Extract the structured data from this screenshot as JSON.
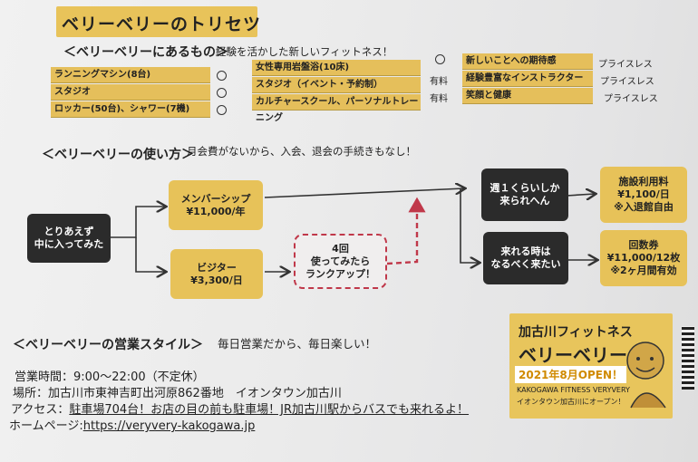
{
  "title": "ベリーベリーのトリセツ",
  "section1": {
    "heading": "＜ベリーベリーにあるもの＞",
    "subtitle": "経験を活かした新しいフィットネス！",
    "rows": [
      {
        "c1": "ランニングマシン(8台)",
        "c2": "女性専用岩盤浴(10床)",
        "c2v": "",
        "c3": "新しいことへの期待感",
        "c3v": "プライスレス"
      },
      {
        "c1": "スタジオ",
        "c2": "スタジオ（イベント・予約制）",
        "c2v": "有料",
        "c3": "経験豊富なインストラクター",
        "c3v": "プライスレス"
      },
      {
        "c1": "ロッカー(50台)、シャワー(7機)",
        "c2": "カルチャースクール、パーソナルトレーニング",
        "c2v": "有料",
        "c3": "笑顔と健康",
        "c3v": "プライスレス"
      }
    ]
  },
  "section2": {
    "heading": "＜ベリーベリーの使い方＞",
    "subtitle": "月会費がないから、入会、退会の手続きもなし！",
    "start": "とりあえず\n中に入ってみた",
    "member": "メンバーシップ\n¥11,000/年",
    "visitor": "ビジター\n¥3,300/日",
    "rankup": "4回\n使ってみたら\nランクアップ！",
    "weekly": "週１くらいしか\n来られへん",
    "anytime": "来れる時は\nなるべく来たい",
    "facility": "施設利用料\n¥1,100/日\n※入退館自由",
    "tickets": "回数券\n¥11,000/12枚\n※2ヶ月間有効"
  },
  "section3": {
    "heading": "＜ベリーベリーの営業スタイル＞",
    "subtitle": "毎日営業だから、毎日楽しい！",
    "hours": "営業時間：9:00～22:00（不定休）",
    "address": "場所：加古川市東神吉町出河原862番地　イオンタウン加古川",
    "access_label": "アクセス：",
    "access": "駐車場704台！お店の目の前も駐車場！JR加古川駅からバスでも来れるよ！",
    "hp_label": "ホームページ:",
    "hp": "https://veryvery-kakogawa.jp"
  },
  "ad": {
    "line1": "加古川フィットネス",
    "line2": "ベリーベリー",
    "open": "2021年8月OPEN！",
    "en": "KAKOGAWA FITNESS VERYVERY",
    "jp": "イオンタウン加古川にオープン！"
  }
}
